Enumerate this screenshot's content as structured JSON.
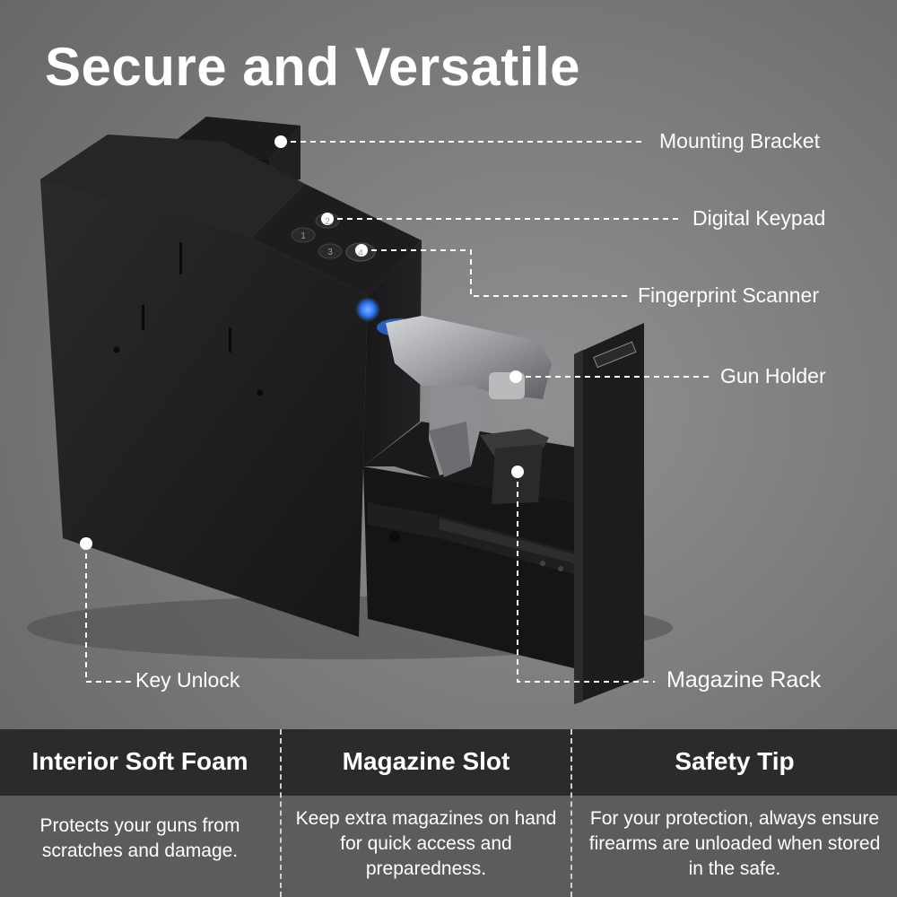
{
  "title": "Secure and Versatile",
  "callouts": {
    "mounting_bracket": "Mounting Bracket",
    "digital_keypad": "Digital Keypad",
    "fingerprint_scanner": "Fingerprint Scanner",
    "gun_holder": "Gun Holder",
    "key_unlock": "Key Unlock",
    "magazine_rack": "Magazine Rack"
  },
  "keypad_buttons": [
    "1",
    "2",
    "3",
    "4"
  ],
  "features": [
    {
      "title": "Interior Soft Foam",
      "text": "Protects your guns from scratches and damage."
    },
    {
      "title": "Magazine Slot",
      "text": "Keep extra magazines on hand for quick access and preparedness."
    },
    {
      "title": "Safety Tip",
      "text": "For your protection, always ensure firearms are unloaded when stored in the safe."
    }
  ],
  "colors": {
    "background": "#7b7c7e",
    "safe_body": "#1f1f20",
    "panel_header": "#2b2b2c",
    "panel_body": "#5b5c5e",
    "led": "#2f7bff"
  }
}
